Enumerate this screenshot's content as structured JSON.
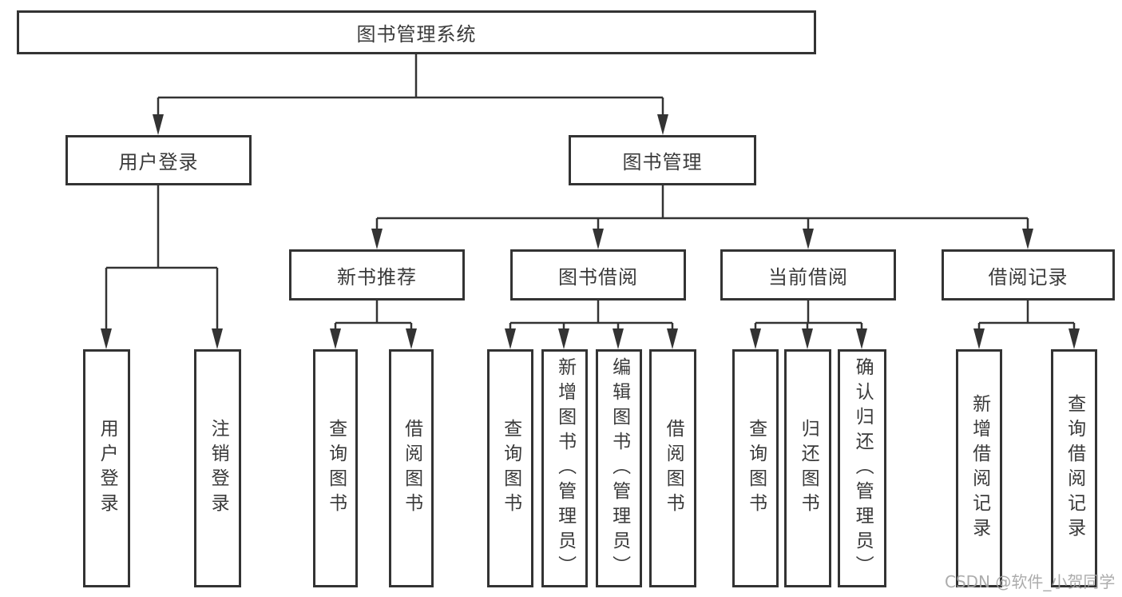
{
  "diagram": {
    "root": "图书管理系统",
    "user_branch": {
      "label": "用户登录",
      "leaves": [
        "用户登录",
        "注销登录"
      ]
    },
    "management_branch": {
      "label": "图书管理",
      "groups": [
        {
          "label": "新书推荐",
          "leaves": [
            "查询图书",
            "借阅图书"
          ]
        },
        {
          "label": "图书借阅",
          "leaves": [
            "查询图书",
            "新增图书（管理员）",
            "编辑图书（管理员）",
            "借阅图书"
          ]
        },
        {
          "label": "当前借阅",
          "leaves": [
            "查询图书",
            "归还图书",
            "确认归还（管理员）"
          ]
        },
        {
          "label": "借阅记录",
          "leaves": [
            "新增借阅记录",
            "查询借阅记录"
          ]
        }
      ]
    }
  },
  "watermark": "CSDN @软件_小贺同学",
  "colors": {
    "line": "#333333",
    "text": "#3a3a3a",
    "watermark": "#a3a3a3",
    "background": "#ffffff"
  }
}
